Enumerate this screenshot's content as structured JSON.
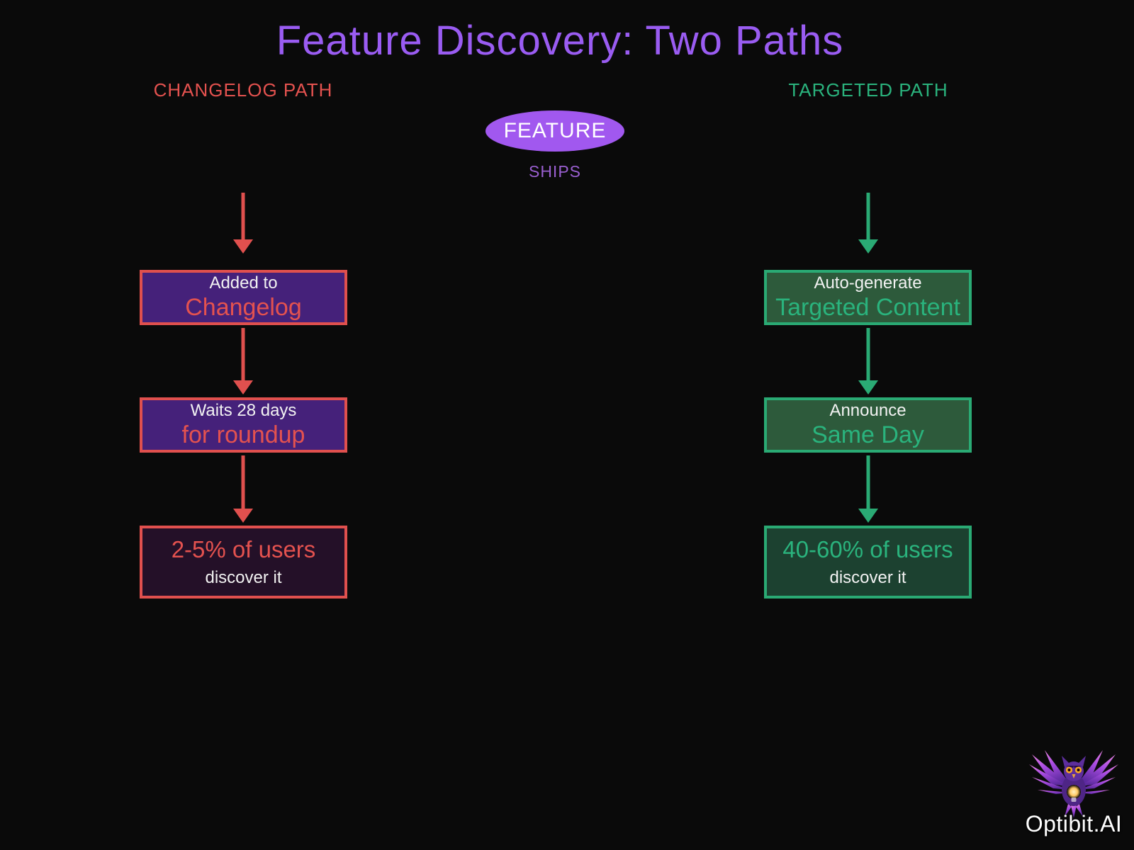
{
  "title": "Feature Discovery: Two Paths",
  "colors": {
    "background": "#0a0a0a",
    "title_purple": "#9a5cf2",
    "red": "#e0504e",
    "red_text": "#e4524f",
    "green": "#2aaa74",
    "green_text": "#2ab37d",
    "purple_box_fill": "#45217a",
    "purple_box_dark_fill": "#241028",
    "green_box_fill": "#2d5a3b",
    "green_box_dark_fill": "#1c4130",
    "ellipse_purple": "#a158ef",
    "ships_purple": "#9a5fd0",
    "white": "#f2f2f2"
  },
  "center_node": {
    "label": "FEATURE",
    "caption": "SHIPS"
  },
  "left_path": {
    "label": "CHANGELOG PATH",
    "steps": [
      {
        "line1": "Added to",
        "line2": "Changelog"
      },
      {
        "line1": "Waits 28 days",
        "line2": "for roundup"
      },
      {
        "line1": "2-5% of users",
        "line2": "discover it"
      }
    ]
  },
  "right_path": {
    "label": "TARGETED PATH",
    "steps": [
      {
        "line1": "Auto-generate",
        "line2": "Targeted Content"
      },
      {
        "line1": "Announce",
        "line2": "Same Day"
      },
      {
        "line1": "40-60% of users",
        "line2": "discover it"
      }
    ]
  },
  "logo": {
    "brand": "Optibit.AI",
    "icon": "owl-with-lightbulb"
  }
}
